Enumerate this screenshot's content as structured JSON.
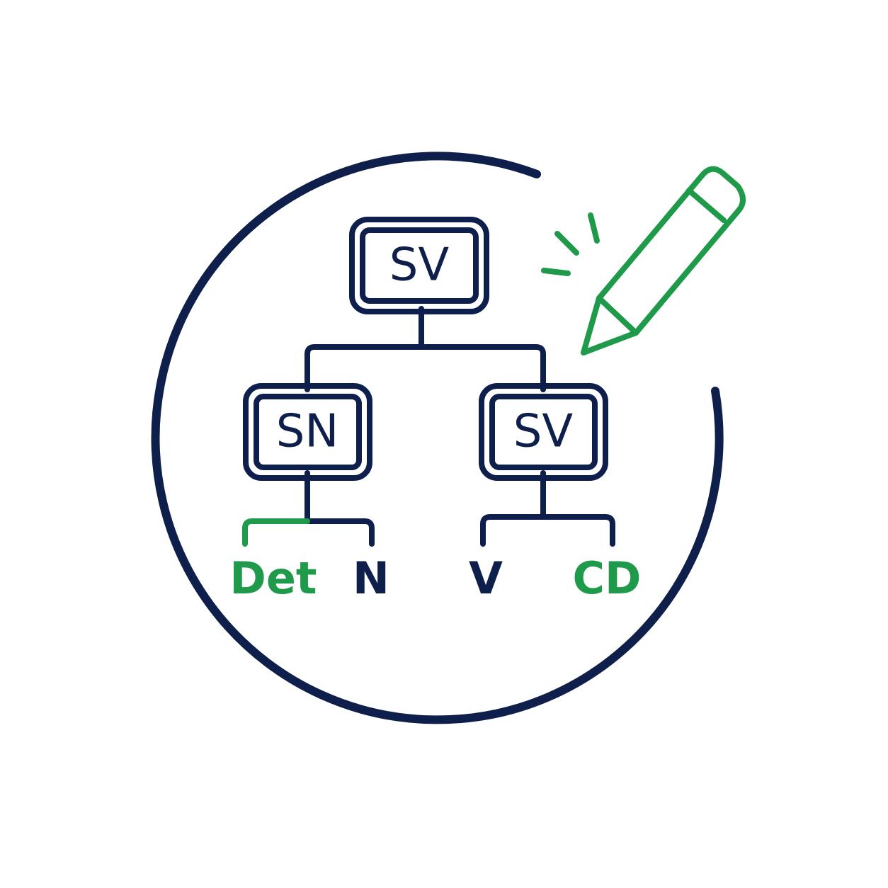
{
  "colors": {
    "navy": "#0f1f4b",
    "green": "#1e9a4a",
    "background": "#ffffff"
  },
  "tree": {
    "root": {
      "label": "SV"
    },
    "left_node": {
      "label": "SN"
    },
    "right_node": {
      "label": "SV"
    },
    "leaves": [
      {
        "label": "Det",
        "color": "green"
      },
      {
        "label": "N",
        "color": "navy"
      },
      {
        "label": "V",
        "color": "navy"
      },
      {
        "label": "CD",
        "color": "green"
      }
    ]
  },
  "icons": [
    "open-circle-frame",
    "pencil-icon",
    "spark-lines-icon"
  ]
}
